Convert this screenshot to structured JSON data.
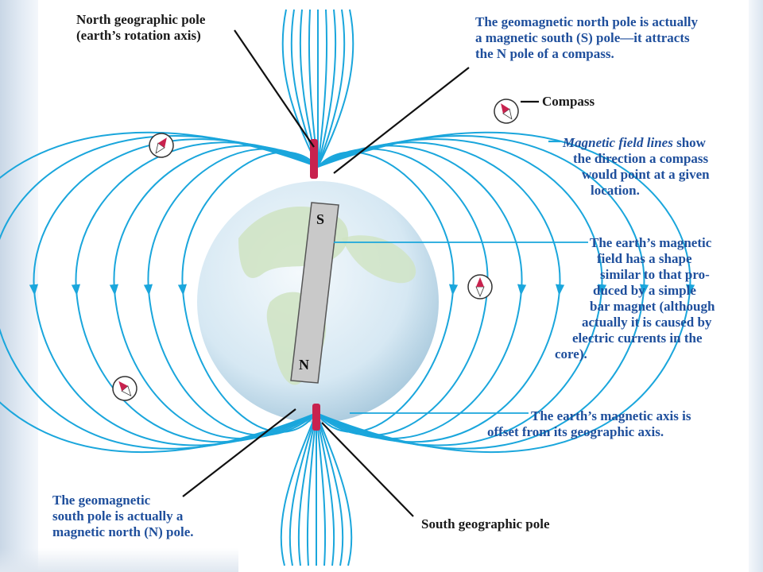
{
  "diagram": {
    "colors": {
      "field_line": "#1aa6dc",
      "pointer_line": "#111111",
      "globe": "#d9eaf4",
      "land": "#cfe3c2",
      "magnet": "#c9c9c9",
      "pole_marker": "#c8224e",
      "label_dark": "#1a1a1a",
      "label_blue": "#1f4f9c"
    },
    "magnet": {
      "top_label": "S",
      "bottom_label": "N"
    },
    "icons": [
      "compass-icon"
    ]
  },
  "labels": {
    "north_geo": [
      "North geographic pole",
      "(earth’s rotation axis)"
    ],
    "geomag_north": [
      "The geomagnetic north pole is actually",
      "a magnetic south (S) pole—it attracts",
      "the N pole of a compass."
    ],
    "compass": "Compass",
    "field_lines_em": "Magnetic field lines",
    "field_lines": [
      " show",
      "the direction a compass",
      "would point at a given",
      "location."
    ],
    "earth_field": [
      "The earth’s magnetic",
      "field has a shape",
      "similar to that pro-",
      "duced by a simple",
      "bar magnet (although",
      "actually it is caused by",
      "electric currents in the",
      "core)."
    ],
    "mag_axis": [
      "The earth’s magnetic axis is",
      "offset from its geographic axis."
    ],
    "geomag_south": [
      "The geomagnetic",
      "south pole is actually a",
      "magnetic north (N) pole."
    ],
    "south_geo": "South geographic pole"
  }
}
